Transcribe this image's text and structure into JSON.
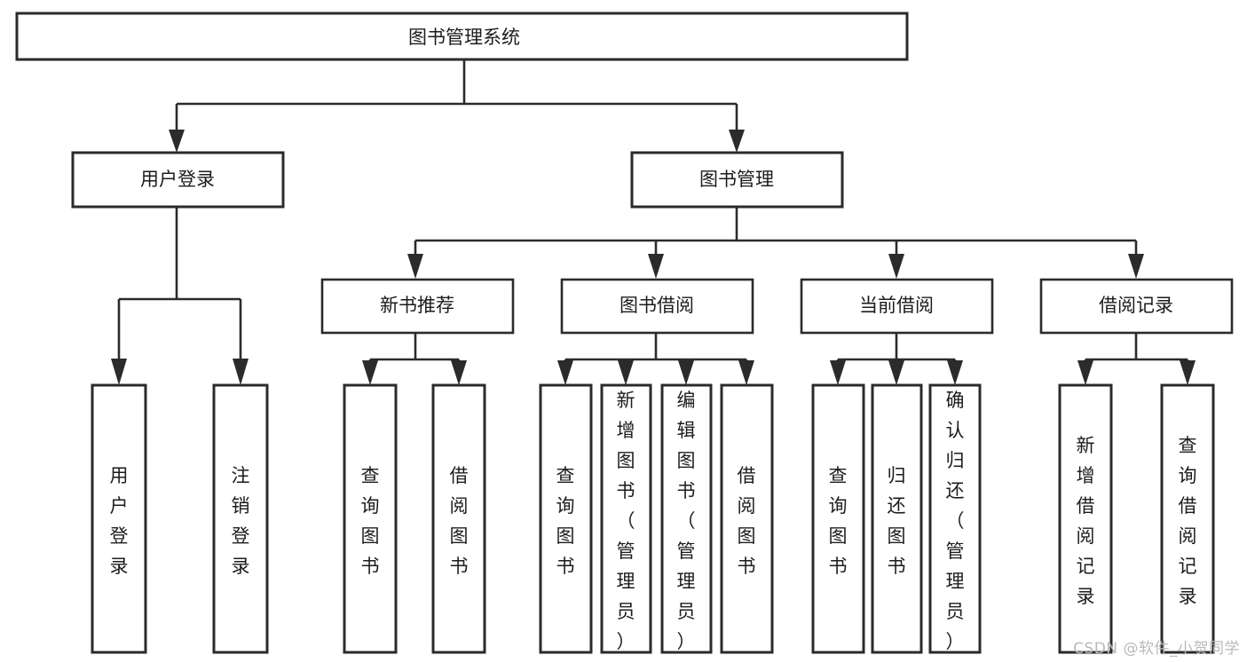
{
  "diagram": {
    "type": "tree",
    "title": "图书管理系统",
    "watermark": "CSDN @软件_小贺同学",
    "colors": {
      "background": "#ffffff",
      "stroke": "#2b2b2b",
      "text": "#1c1c1c",
      "watermark": "#b9b9b9"
    },
    "levels": {
      "root": {
        "label": "图书管理系统"
      },
      "level2": [
        {
          "id": "user-login",
          "label": "用户登录"
        },
        {
          "id": "book-manage",
          "label": "图书管理"
        }
      ],
      "level3": [
        {
          "id": "new-book-recommend",
          "label": "新书推荐"
        },
        {
          "id": "book-borrow",
          "label": "图书借阅"
        },
        {
          "id": "current-borrow",
          "label": "当前借阅"
        },
        {
          "id": "borrow-record",
          "label": "借阅记录"
        }
      ],
      "leaves": {
        "user-login": [
          {
            "id": "leaf-user-login",
            "label": "用户登录"
          },
          {
            "id": "leaf-user-logout",
            "label": "注销登录"
          }
        ],
        "new-book-recommend": [
          {
            "id": "leaf-query-book-1",
            "label": "查询图书"
          },
          {
            "id": "leaf-borrow-book-1",
            "label": "借阅图书"
          }
        ],
        "book-borrow": [
          {
            "id": "leaf-query-book-2",
            "label": "查询图书"
          },
          {
            "id": "leaf-add-book",
            "label": "新增图书（管理员）"
          },
          {
            "id": "leaf-edit-book",
            "label": "编辑图书（管理员）"
          },
          {
            "id": "leaf-borrow-book-2",
            "label": "借阅图书"
          }
        ],
        "current-borrow": [
          {
            "id": "leaf-query-book-3",
            "label": "查询图书"
          },
          {
            "id": "leaf-return-book",
            "label": "归还图书"
          },
          {
            "id": "leaf-confirm-return",
            "label": "确认归还（管理员）"
          }
        ],
        "borrow-record": [
          {
            "id": "leaf-add-record",
            "label": "新增借阅记录"
          },
          {
            "id": "leaf-query-record",
            "label": "查询借阅记录"
          }
        ]
      }
    }
  }
}
